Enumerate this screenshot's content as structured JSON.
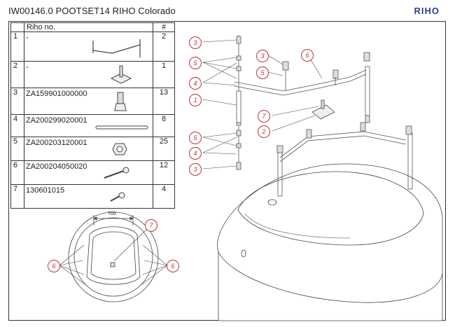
{
  "header": {
    "title": "IW00146.0 POOTSET14  RIHO Colorado",
    "brand": "RIHO"
  },
  "table": {
    "col_name": "Riho no.",
    "col_qty": "#",
    "rows": [
      {
        "no": "1",
        "name": "-",
        "qty": "2",
        "icon": "frame-leg-icon"
      },
      {
        "no": "2",
        "name": "-",
        "qty": "1",
        "icon": "support-plate-icon"
      },
      {
        "no": "3",
        "name": "ZA159901000000",
        "qty": "13",
        "icon": "adjustable-foot-icon"
      },
      {
        "no": "4",
        "name": "ZA200299020001",
        "qty": "8",
        "icon": "threaded-rod-icon"
      },
      {
        "no": "5",
        "name": "ZA200203120001",
        "qty": "25",
        "icon": "hex-nut-icon"
      },
      {
        "no": "6",
        "name": "ZA200204050020",
        "qty": "12",
        "icon": "long-screw-icon"
      },
      {
        "no": "7",
        "name": "130601015",
        "qty": "4",
        "icon": "short-screw-icon"
      }
    ]
  },
  "callouts": {
    "c3a": "3",
    "c5a": "5",
    "c4a": "4",
    "c1": "1",
    "c3b": "3",
    "c5b": "5",
    "c6a": "6",
    "c7a": "7",
    "c2": "2",
    "c5c": "5",
    "c4b": "4",
    "c3c": "3",
    "c7b": "7",
    "c6b": "6",
    "c6c": "6"
  },
  "dimension": {
    "width_label": "700"
  },
  "colors": {
    "callout": "#b9323a",
    "line": "#333333",
    "brand": "#2a3f8f"
  }
}
